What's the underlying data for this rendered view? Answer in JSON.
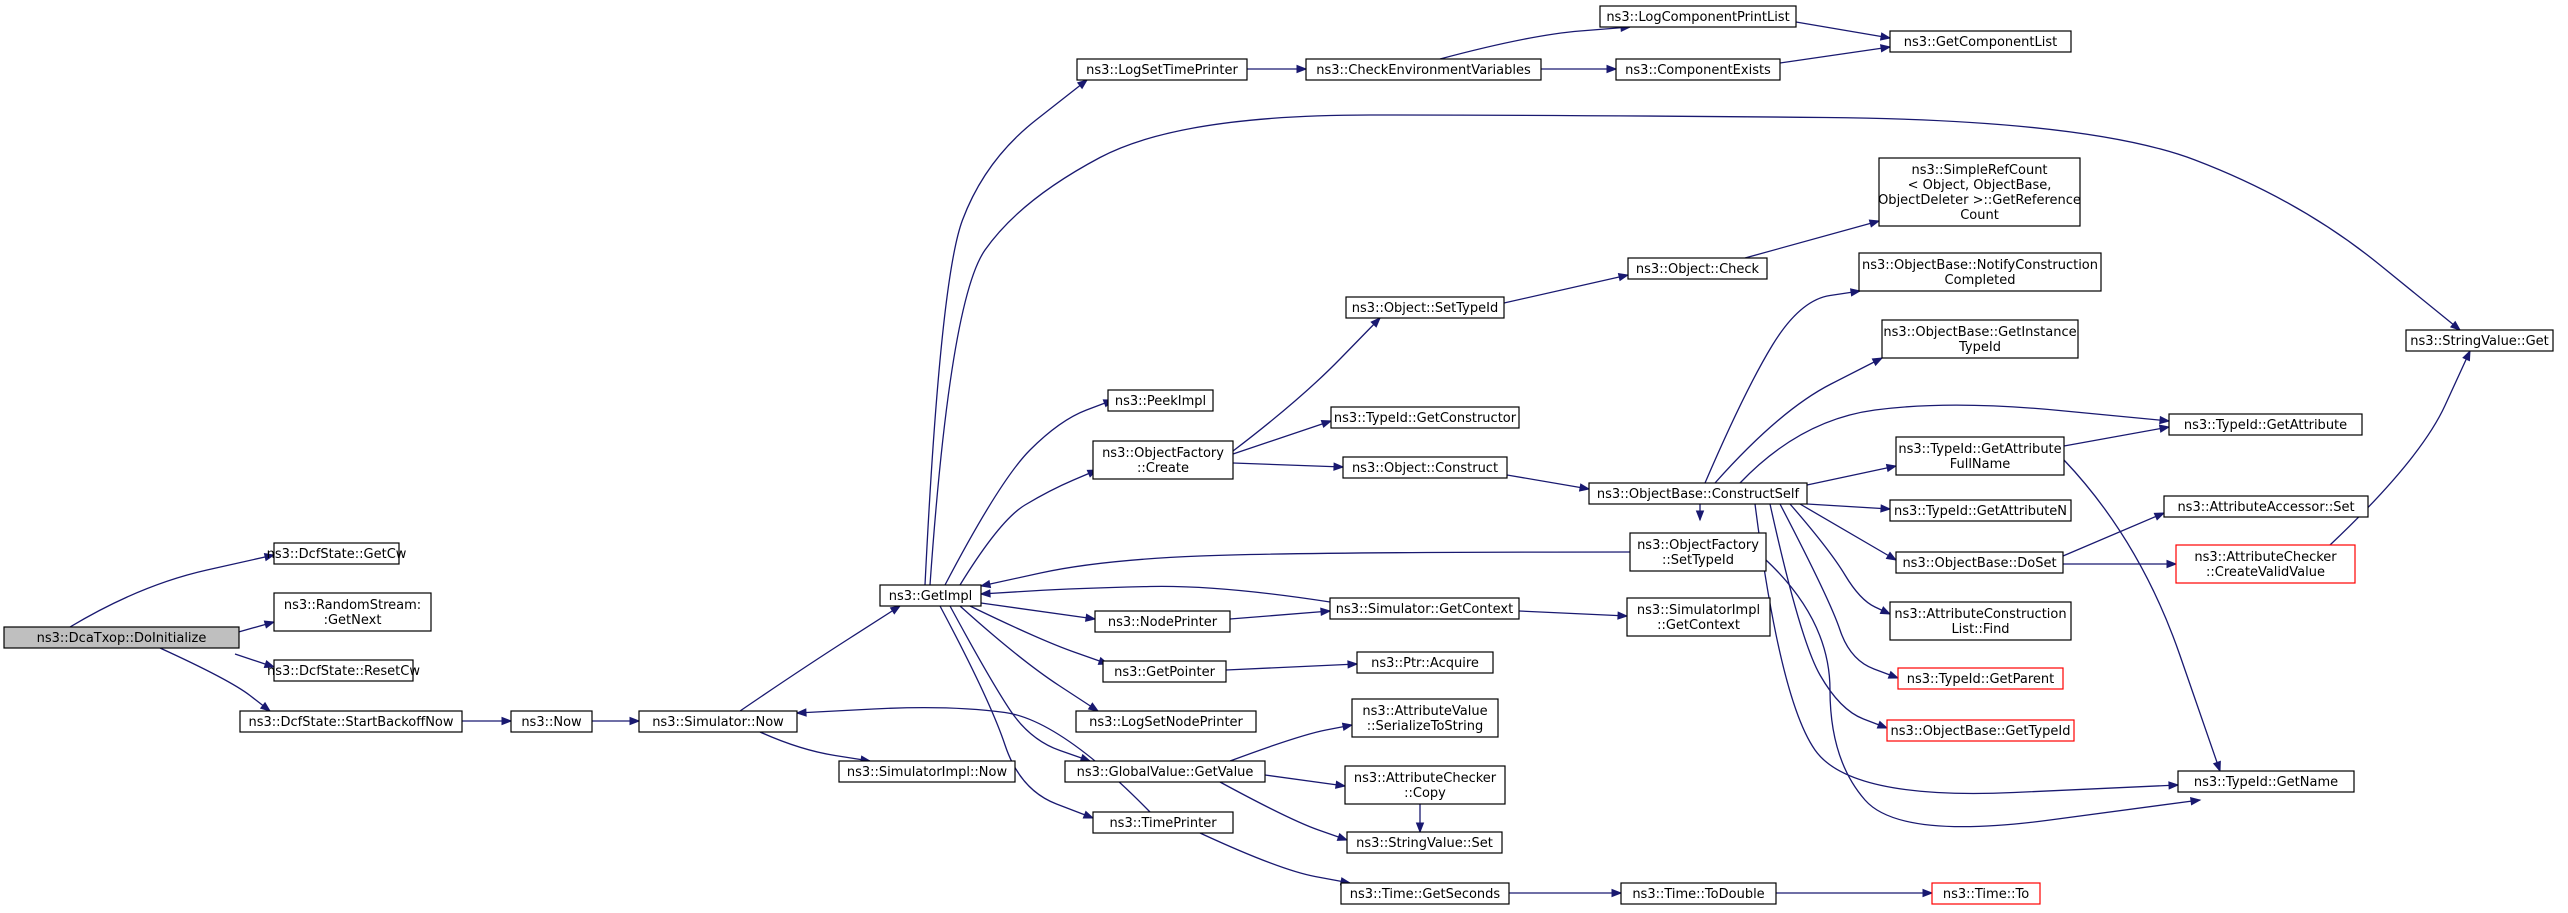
{
  "colors": {
    "edge": "#191970",
    "node_border": "#000000",
    "node_border_truncated": "#ff0000",
    "root_fill": "#bfbfbf",
    "node_fill": "#ffffff"
  },
  "nodes": {
    "n_dcatxop_doinit": [
      "ns3::DcaTxop::DoInitialize"
    ],
    "n_dcf_getcw": [
      "ns3::DcfState::GetCw"
    ],
    "n_random_next": [
      "ns3::RandomStream:",
      ":GetNext"
    ],
    "n_dcf_resetcw": [
      "ns3::DcfState::ResetCw"
    ],
    "n_dcf_startbackoff": [
      "ns3::DcfState::StartBackoffNow"
    ],
    "n_now": [
      "ns3::Now"
    ],
    "n_sim_now": [
      "ns3::Simulator::Now"
    ],
    "n_simimpl_now": [
      "ns3::SimulatorImpl::Now"
    ],
    "n_getimpl": [
      "ns3::GetImpl"
    ],
    "n_logsettimeprinter": [
      "ns3::LogSetTimePrinter"
    ],
    "n_peekimpl": [
      "ns3::PeekImpl"
    ],
    "n_objfactory_create": [
      "ns3::ObjectFactory",
      "::Create"
    ],
    "n_nodeprinter": [
      "ns3::NodePrinter"
    ],
    "n_getpointer": [
      "ns3::GetPointer"
    ],
    "n_logsetnodeprinter": [
      "ns3::LogSetNodePrinter"
    ],
    "n_globalvalue_getvalue": [
      "ns3::GlobalValue::GetValue"
    ],
    "n_timeprinter": [
      "ns3::TimePrinter"
    ],
    "n_checkenv": [
      "ns3::CheckEnvironmentVariables"
    ],
    "n_object_settypeid": [
      "ns3::Object::SetTypeId"
    ],
    "n_typeid_getconstructor": [
      "ns3::TypeId::GetConstructor"
    ],
    "n_object_construct": [
      "ns3::Object::Construct"
    ],
    "n_sim_getcontext": [
      "ns3::Simulator::GetContext"
    ],
    "n_ptr_acquire": [
      "ns3::Ptr::Acquire"
    ],
    "n_attrvalue_serialize": [
      "ns3::AttributeValue",
      "::SerializeToString"
    ],
    "n_attrchecker_copy": [
      "ns3::AttributeChecker",
      "::Copy"
    ],
    "n_stringvalue_set": [
      "ns3::StringValue::Set"
    ],
    "n_time_getseconds": [
      "ns3::Time::GetSeconds"
    ],
    "n_logcompprintlist": [
      "ns3::LogComponentPrintList"
    ],
    "n_componentexists": [
      "ns3::ComponentExists"
    ],
    "n_object_check": [
      "ns3::Object::Check"
    ],
    "n_objbase_constructself": [
      "ns3::ObjectBase::ConstructSelf"
    ],
    "n_objfactory_settypeid": [
      "ns3::ObjectFactory",
      "::SetTypeId"
    ],
    "n_simimpl_getcontext": [
      "ns3::SimulatorImpl",
      "::GetContext"
    ],
    "n_time_todouble": [
      "ns3::Time::ToDouble"
    ],
    "n_getcomplist": [
      "ns3::GetComponentList"
    ],
    "n_simplerefcount": [
      "ns3::SimpleRefCount",
      "< Object, ObjectBase,",
      "ObjectDeleter >::GetReference",
      "Count"
    ],
    "n_objbase_notify": [
      "ns3::ObjectBase::NotifyConstruction",
      "Completed"
    ],
    "n_objbase_getinstance": [
      "ns3::ObjectBase::GetInstance",
      "TypeId"
    ],
    "n_typeid_getattrfullname": [
      "ns3::TypeId::GetAttribute",
      "FullName"
    ],
    "n_typeid_getattrn": [
      "ns3::TypeId::GetAttributeN"
    ],
    "n_objbase_doset": [
      "ns3::ObjectBase::DoSet"
    ],
    "n_attrconstructionlist_find": [
      "ns3::AttributeConstruction",
      "List::Find"
    ],
    "n_typeid_getparent": [
      "ns3::TypeId::GetParent"
    ],
    "n_objbase_gettypeid": [
      "ns3::ObjectBase::GetTypeId"
    ],
    "n_time_to": [
      "ns3::Time::To"
    ],
    "n_stringvalue_get": [
      "ns3::StringValue::Get"
    ],
    "n_typeid_getattribute": [
      "ns3::TypeId::GetAttribute"
    ],
    "n_attraccessor_set": [
      "ns3::AttributeAccessor::Set"
    ],
    "n_attrchecker_createvalid": [
      "ns3::AttributeChecker",
      "::CreateValidValue"
    ],
    "n_typeid_getname": [
      "ns3::TypeId::GetName"
    ]
  }
}
